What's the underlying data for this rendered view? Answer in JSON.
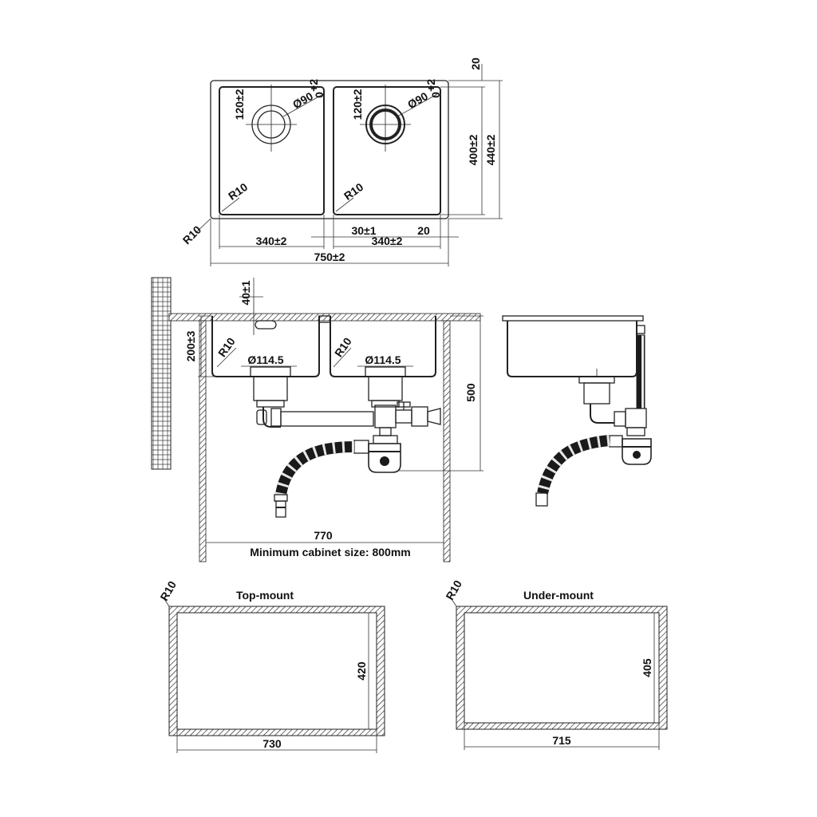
{
  "plan_view": {
    "dims": {
      "top_margin": "20",
      "waste_offset_left": "120±2",
      "waste_dia_left": "Ø90",
      "waste_tol_left_upper": "+2",
      "waste_tol_left_lower": "0",
      "waste_offset_right": "120±2",
      "waste_dia_right": "Ø90",
      "waste_tol_right_upper": "+2",
      "waste_tol_right_lower": "0",
      "bowl_depth": "400±2",
      "overall_depth": "440±2",
      "radius_bowl_left": "R10",
      "radius_bowl_right": "R10",
      "radius_outer": "R10",
      "bowl_width_left": "340±2",
      "gap_between_bowls": "30±1",
      "side_margin": "20",
      "bowl_width_right": "340±2",
      "overall_width": "750±2"
    }
  },
  "section_view": {
    "dims": {
      "overflow_height": "40±1",
      "bowl_height": "200±3",
      "radius_left": "R10",
      "radius_right": "R10",
      "drain_dia_left": "Ø114.5",
      "drain_dia_right": "Ø114.5",
      "cabinet_depth": "500",
      "cabinet_width": "770"
    },
    "note": "Minimum cabinet size: 800mm"
  },
  "cutouts": {
    "top_mount": {
      "title": "Top-mount",
      "radius": "R10",
      "height": "420",
      "width": "730"
    },
    "under_mount": {
      "title": "Under-mount",
      "radius": "R10",
      "height": "405",
      "width": "715"
    }
  }
}
